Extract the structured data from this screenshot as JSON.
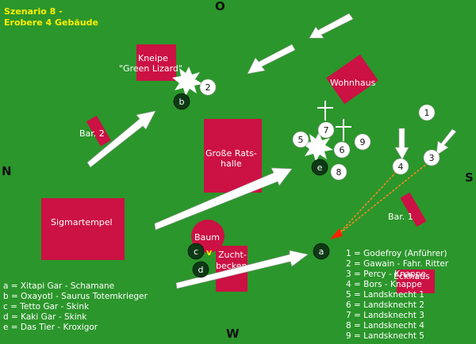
{
  "title": {
    "line1": "Szenario 8 -",
    "line2": "Erobere 4 Gebäude"
  },
  "compass": {
    "north": "O",
    "south": "W",
    "west": "N",
    "east": "S"
  },
  "buildings": {
    "kneipe1": "Kneipe",
    "kneipe2": "\"Green Lizard\"",
    "bar2": "Bar. 2",
    "wohnhaus": "Wohnhaus",
    "rathalle1": "Große Rats-",
    "rathalle2": "halle",
    "sigmartempel": "Sigmartempel",
    "baum": "Baum",
    "zucht1": "Zucht-",
    "zucht2": "becken",
    "bar1": "Bar. 1",
    "eckhaus": "Eckhaus"
  },
  "tokens_white": [
    "2",
    "1",
    "7",
    "5",
    "6",
    "9",
    "8",
    "4",
    "3"
  ],
  "tokens_green": [
    "b",
    "e",
    "c",
    "d",
    "a"
  ],
  "legend_left": [
    "a = Xitapi Gar - Schamane",
    "b = Oxayotl - Saurus Totemkrieger",
    "c = Tetto Gar - Skink",
    "d = Kaki Gar - Skink",
    "e = Das Tier - Kroxigor"
  ],
  "legend_right": [
    "1 = Godefroy (Anführer)",
    "2 = Gawain - Fahr. Ritter",
    "3 = Percy - Knappe",
    "4 = Bors - Knappe",
    "5 = Landsknecht 1",
    "6 = Landsknecht 2",
    "7 = Landsknecht 3",
    "8 = Landsknecht 4",
    "9 = Landsknecht 5"
  ],
  "tree_marker": "v",
  "colors": {
    "grass": "#2b962b",
    "building": "#cc1144",
    "title": "#ffee00",
    "fire": "#ff3a10"
  }
}
